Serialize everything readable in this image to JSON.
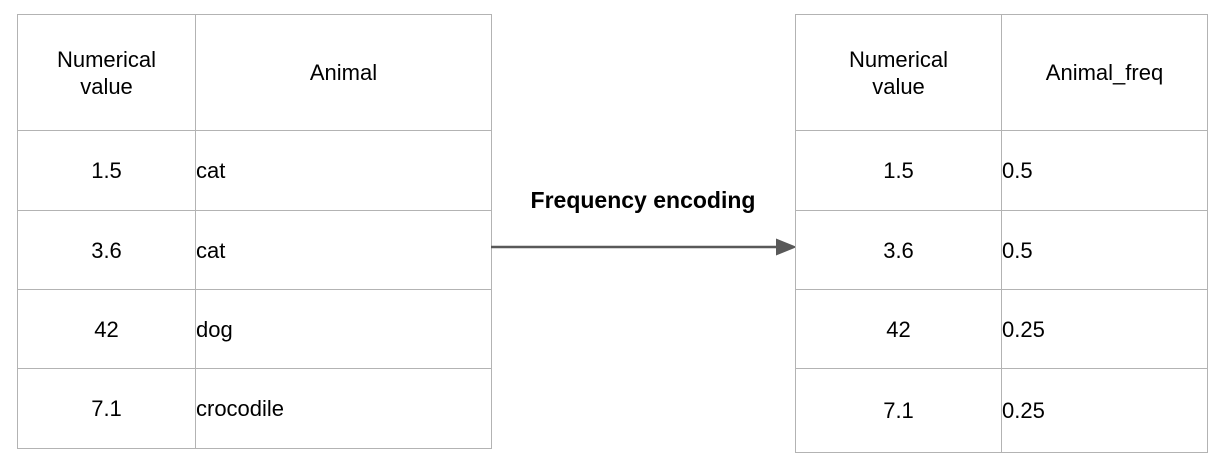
{
  "diagram": {
    "title": "Frequency encoding",
    "arrow": {
      "label": "Frequency encoding",
      "icon": "right-arrow-icon",
      "color": "#595959"
    },
    "border_color": "#b3b3b3",
    "text_color": "#000000",
    "background": "#ffffff"
  },
  "source_table": {
    "name": "input-table",
    "headers": [
      "Numerical value",
      "Animal"
    ],
    "header_lines": [
      [
        "Numerical",
        "value"
      ],
      [
        "Animal"
      ]
    ],
    "rows": [
      [
        "1.5",
        "cat"
      ],
      [
        "3.6",
        "cat"
      ],
      [
        "42",
        "dog"
      ],
      [
        "7.1",
        "crocodile"
      ]
    ]
  },
  "target_table": {
    "name": "output-table",
    "headers": [
      "Numerical value",
      "Animal_freq"
    ],
    "header_lines": [
      [
        "Numerical",
        "value"
      ],
      [
        "Animal_freq"
      ]
    ],
    "rows": [
      [
        "1.5",
        "0.5"
      ],
      [
        "3.6",
        "0.5"
      ],
      [
        "42",
        "0.25"
      ],
      [
        "7.1",
        "0.25"
      ]
    ]
  }
}
